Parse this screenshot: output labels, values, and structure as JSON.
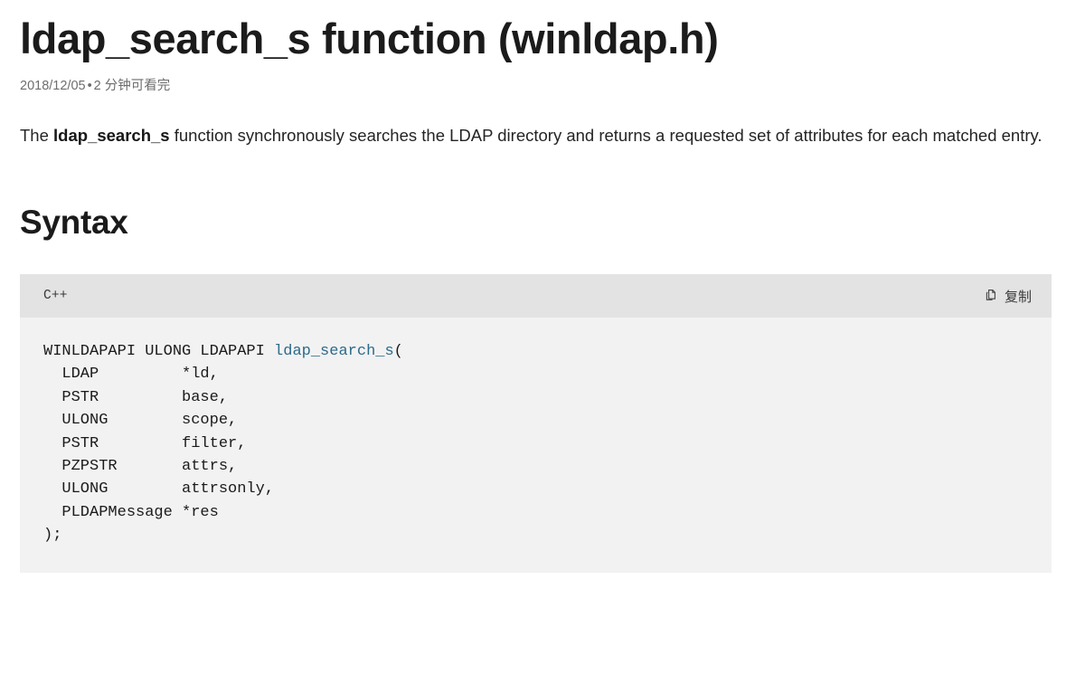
{
  "article": {
    "title": "ldap_search_s function (winldap.h)",
    "meta": {
      "date": "2018/12/05",
      "separator": "•",
      "read_time": "2 分钟可看完"
    },
    "intro": {
      "before": "The ",
      "emphasis": "ldap_search_s",
      "after": " function synchronously searches the LDAP directory and returns a requested set of attributes for each matched entry."
    },
    "sections": [
      {
        "heading": "Syntax"
      }
    ]
  },
  "code_block": {
    "language_label": "C++",
    "copy_label": "复制",
    "copy_icon": "copy-icon",
    "signature": {
      "return_prefix": "WINLDAPAPI ULONG LDAPAPI ",
      "function_name": "ldap_search_s",
      "open_paren": "(",
      "close": ");"
    },
    "parameters": [
      {
        "type": "LDAP",
        "name": "*ld,"
      },
      {
        "type": "PSTR",
        "name": "base,"
      },
      {
        "type": "ULONG",
        "name": "scope,"
      },
      {
        "type": "PSTR",
        "name": "filter,"
      },
      {
        "type": "PZPSTR",
        "name": "attrs,"
      },
      {
        "type": "ULONG",
        "name": "attrsonly,"
      },
      {
        "type": "PLDAPMessage",
        "name": "*res"
      }
    ],
    "indent": 2,
    "name_column": 15
  },
  "colors": {
    "page_background": "#ffffff",
    "title": "#1b1b1b",
    "body_text": "#242424",
    "meta_text": "#6e6e6e",
    "code_background": "#f2f2f2",
    "code_header_background": "#e3e3e3",
    "code_text": "#1a1a1a",
    "function_name": "#2b6a8a"
  }
}
